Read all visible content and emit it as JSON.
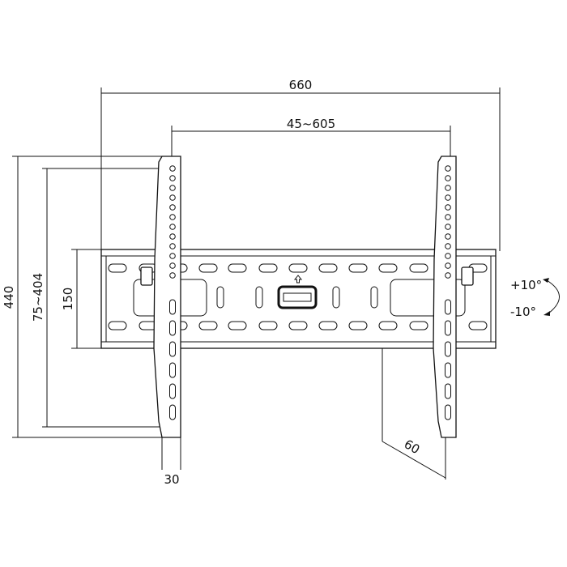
{
  "dimensions": {
    "overall_width": "660",
    "arm_spacing": "45~605",
    "overall_height": "440",
    "vesa_vertical": "75~404",
    "plate_height": "150",
    "arm_width": "30",
    "depth": "60"
  },
  "tilt": {
    "up": "+10°",
    "down": "-10°"
  },
  "colors": {
    "line": "#111111",
    "background": "#ffffff"
  }
}
